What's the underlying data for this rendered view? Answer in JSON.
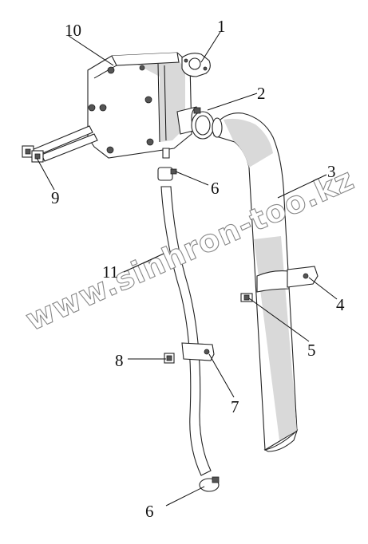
{
  "callouts": [
    {
      "id": "1",
      "text": "1",
      "name": "gasket"
    },
    {
      "id": "2",
      "text": "2",
      "name": "pipe-clamp"
    },
    {
      "id": "3",
      "text": "3",
      "name": "exhaust-pipe"
    },
    {
      "id": "4",
      "text": "4",
      "name": "pipe-clamp-bracket"
    },
    {
      "id": "5",
      "text": "5",
      "name": "bolt"
    },
    {
      "id": "6a",
      "text": "6",
      "name": "hose-clamp-upper"
    },
    {
      "id": "6b",
      "text": "6",
      "name": "hose-clamp-lower"
    },
    {
      "id": "7",
      "text": "7",
      "name": "hose-bracket"
    },
    {
      "id": "8",
      "text": "8",
      "name": "bolt"
    },
    {
      "id": "9",
      "text": "9",
      "name": "mounting-bolts"
    },
    {
      "id": "10",
      "text": "10",
      "name": "muffler"
    },
    {
      "id": "11",
      "text": "11",
      "name": "drain-hose"
    }
  ],
  "watermark": "www.sinhron-too.kz"
}
